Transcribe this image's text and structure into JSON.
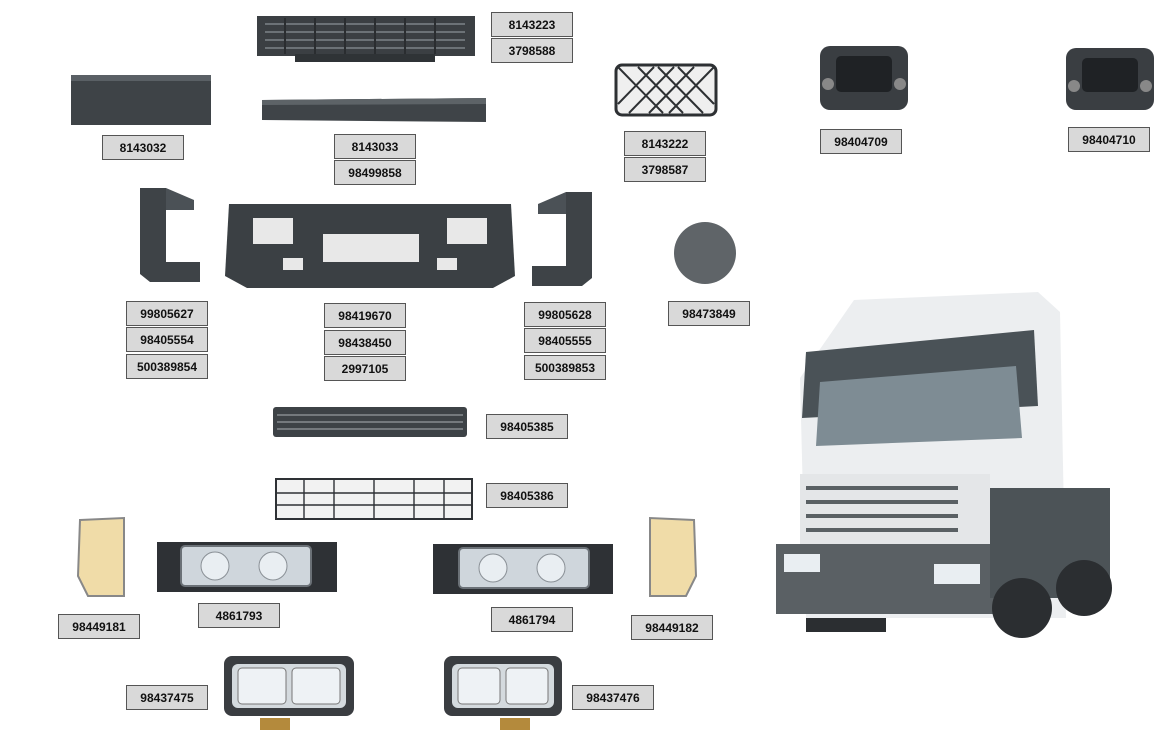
{
  "labels": {
    "p8143223": "8143223",
    "p3798588": "3798588",
    "p8143032": "8143032",
    "p8143033": "8143033",
    "p98499858": "98499858",
    "p8143222": "8143222",
    "p3798587": "3798587",
    "p98404709": "98404709",
    "p98404710": "98404710",
    "p99805627": "99805627",
    "p98405554": "98405554",
    "p500389854": "500389854",
    "p98419670": "98419670",
    "p98438450": "98438450",
    "p2997105": "2997105",
    "p99805628": "99805628",
    "p98405555": "98405555",
    "p500389853": "500389853",
    "p98473849": "98473849",
    "p98405385": "98405385",
    "p98405386": "98405386",
    "p98449181": "98449181",
    "p4861793": "4861793",
    "p4861794": "4861794",
    "p98449182": "98449182",
    "p98437475": "98437475",
    "p98437476": "98437476"
  },
  "colors": {
    "plastic": "#3e4347",
    "label_bg": "#d9d9d9",
    "truck_cab": "#eceef0",
    "bumper": "#5a6064"
  },
  "icons": [
    "truck-image",
    "headlamp-image",
    "fog-lamp-image",
    "grille-image",
    "bumper-image"
  ]
}
